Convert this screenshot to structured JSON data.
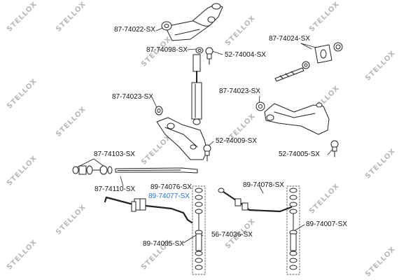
{
  "watermark": "STELLOX",
  "parts": [
    {
      "id": "upper-arm-bushing",
      "code": "87-74022-SX"
    },
    {
      "id": "upper-arm-bushing-b",
      "code": "87-74098-SX"
    },
    {
      "id": "upper-ball-joint",
      "code": "52-74004-SX"
    },
    {
      "id": "upper-arm-kit",
      "code": "87-74024-SX"
    },
    {
      "id": "lower-arm-bushing-left",
      "code": "87-74023-SX"
    },
    {
      "id": "lower-arm-bushing-right",
      "code": "87-74023-SX"
    },
    {
      "id": "lower-ball-joint-left",
      "code": "52-74009-SX"
    },
    {
      "id": "lower-ball-joint-right",
      "code": "52-74005-SX"
    },
    {
      "id": "strut-rod-bushing",
      "code": "87-74103-SX"
    },
    {
      "id": "strut-rod",
      "code": "87-74110-SX"
    },
    {
      "id": "stabilizer-bushing-a",
      "code": "89-74076-SX"
    },
    {
      "id": "stabilizer-bushing-b",
      "code": "89-74077-SX"
    },
    {
      "id": "stabilizer-link-left",
      "code": "89-74005-SX"
    },
    {
      "id": "stabilizer-link-center",
      "code": "56-74036-SX"
    },
    {
      "id": "stabilizer-bar-right",
      "code": "89-74078-SX"
    },
    {
      "id": "stabilizer-link-right",
      "code": "89-74007-SX"
    }
  ],
  "highlight_color": "#2a6fd6",
  "line_color": "#222222"
}
